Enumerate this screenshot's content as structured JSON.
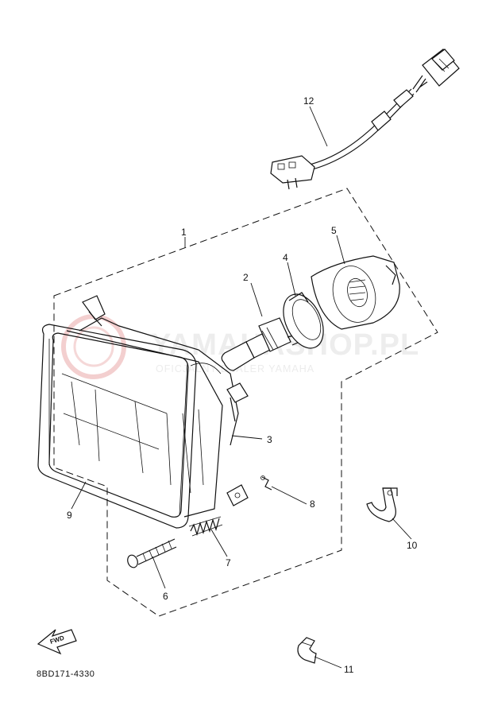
{
  "diagram": {
    "drawing_code": "8BD171-4330",
    "fwd_label": "FWD",
    "watermark": {
      "title": "YAMAHASHOP.PL",
      "subtitle": "OFICJALNY DEALER YAMAHA"
    },
    "callouts": [
      {
        "id": "1",
        "label": "1"
      },
      {
        "id": "2",
        "label": "2"
      },
      {
        "id": "3",
        "label": "3"
      },
      {
        "id": "4",
        "label": "4"
      },
      {
        "id": "5",
        "label": "5"
      },
      {
        "id": "6",
        "label": "6"
      },
      {
        "id": "7",
        "label": "7"
      },
      {
        "id": "8",
        "label": "8"
      },
      {
        "id": "9",
        "label": "9"
      },
      {
        "id": "10",
        "label": "10"
      },
      {
        "id": "11",
        "label": "11"
      },
      {
        "id": "12",
        "label": "12"
      }
    ],
    "colors": {
      "line": "#111111",
      "watermark": "#ededed",
      "watermark_logo": "#f3cfcf"
    }
  }
}
